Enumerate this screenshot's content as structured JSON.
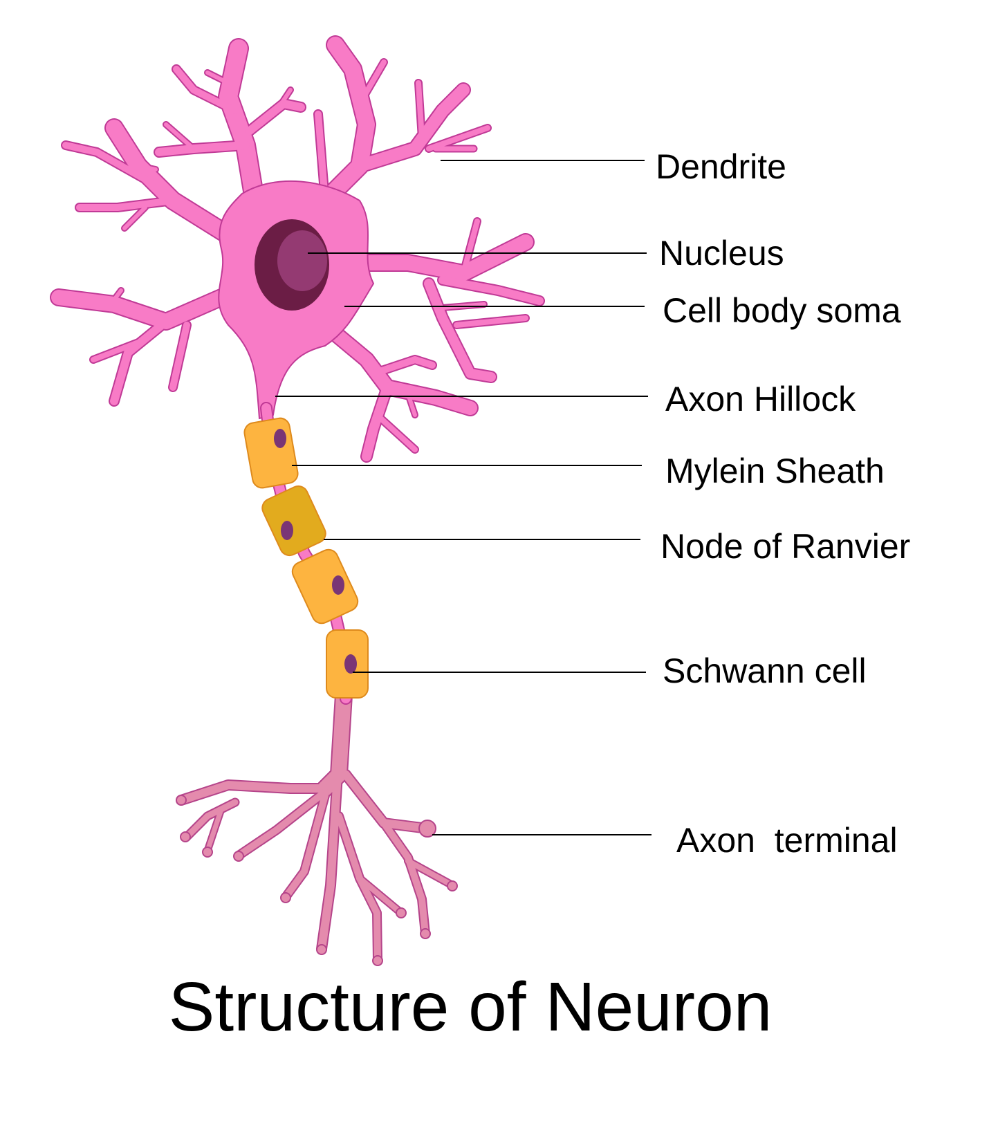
{
  "title": "Structure of Neuron",
  "labels": {
    "dendrite": "Dendrite",
    "nucleus": "Nucleus",
    "cell_body": "Cell body soma",
    "axon_hillock": "Axon Hillock",
    "myelin_sheath": "Mylein Sheath",
    "node_of_ranvier": "Node of Ranvier",
    "schwann_cell": "Schwann cell",
    "axon_terminal": "Axon  terminal"
  },
  "colors": {
    "neuron": "#f87bc6",
    "neuron_outline": "#c03a96",
    "terminal": "#e48bad",
    "terminal_outline": "#b5448a",
    "nucleus_outer": "#6b1d45",
    "nucleus_inner": "#943a72",
    "schwann": "#fdb440",
    "schwann_alt": "#e2ab1e",
    "schwann_outline": "#de8a1c",
    "schwann_nucleus": "#7a3575"
  }
}
